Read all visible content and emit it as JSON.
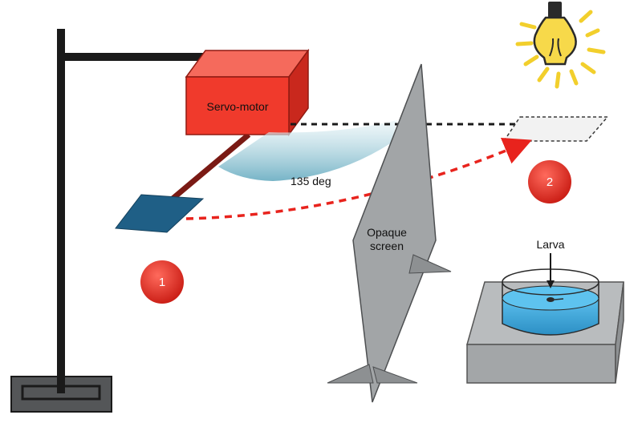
{
  "labels": {
    "servo_motor": "Servo-motor",
    "angle": "135 deg",
    "opaque_screen_line1": "Opaque",
    "opaque_screen_line2": "screen",
    "larva": "Larva"
  },
  "markers": {
    "start": "1",
    "end": "2"
  },
  "colors": {
    "servo": "#f03a2c",
    "servo_dark": "#b52016",
    "marker": "#e8231d",
    "stand": "#1a1a1a",
    "paddle": "#1f5f86",
    "arc": "#9ecad6",
    "screen": "#9ea1a3",
    "water": "#3fa7d9",
    "dish_base": "#b9bcbe",
    "bulb": "#f7d94a"
  }
}
